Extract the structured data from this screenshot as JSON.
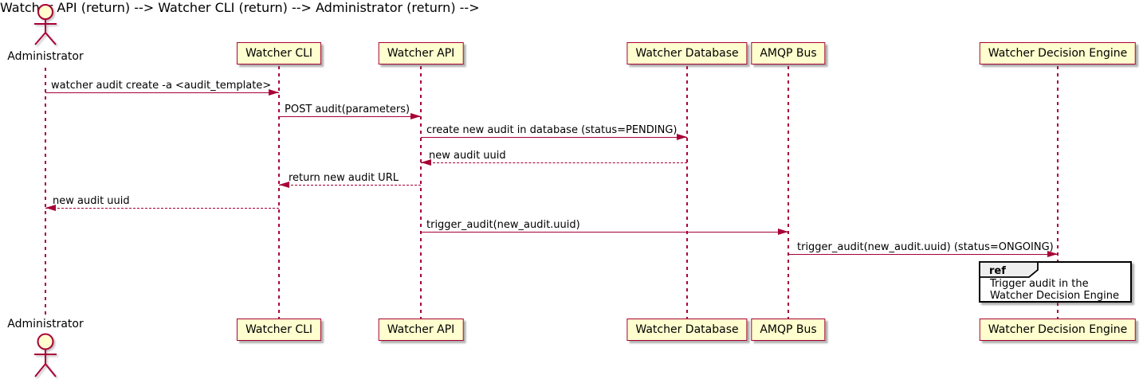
{
  "diagram_type": "uml-sequence-diagram",
  "colors": {
    "background": "#FFFFFF",
    "participant_fill": "#FEFECE",
    "participant_border": "#A80036",
    "lifeline": "#A80036",
    "arrow": "#A80036",
    "text": "#000000",
    "ref_border": "#000000",
    "ref_header_fill": "#EEEEEE",
    "ref_fill": "#FFFFFF"
  },
  "actor": {
    "name": "Administrator"
  },
  "participants": [
    {
      "name": "Watcher CLI"
    },
    {
      "name": "Watcher API"
    },
    {
      "name": "Watcher Database"
    },
    {
      "name": "AMQP Bus"
    },
    {
      "name": "Watcher Decision Engine"
    }
  ],
  "messages": [
    {
      "from": "Administrator",
      "to": "Watcher CLI",
      "style": "solid",
      "text": "watcher audit create -a <audit_template>"
    },
    {
      "from": "Watcher CLI",
      "to": "Watcher API",
      "style": "solid",
      "text": "POST audit(parameters)"
    },
    {
      "from": "Watcher API",
      "to": "Watcher Database",
      "style": "solid",
      "text": "create new audit in database (status=PENDING)"
    },
    {
      "from": "Watcher Database",
      "to": "Watcher API",
      "style": "dashed",
      "text": "new audit uuid"
    },
    {
      "from": "Watcher API",
      "to": "Watcher CLI",
      "style": "dashed",
      "text": "return new audit URL"
    },
    {
      "from": "Watcher CLI",
      "to": "Administrator",
      "style": "dashed",
      "text": "new audit uuid"
    },
    {
      "from": "Watcher API",
      "to": "AMQP Bus",
      "style": "solid",
      "text": "trigger_audit(new_audit.uuid)"
    },
    {
      "from": "AMQP Bus",
      "to": "Watcher Decision Engine",
      "style": "solid",
      "text": "trigger_audit(new_audit.uuid) (status=ONGOING)"
    }
  ],
  "ref": {
    "label": "ref",
    "over": "Watcher Decision Engine",
    "lines": [
      "Trigger audit in the",
      "Watcher Decision Engine"
    ]
  }
}
